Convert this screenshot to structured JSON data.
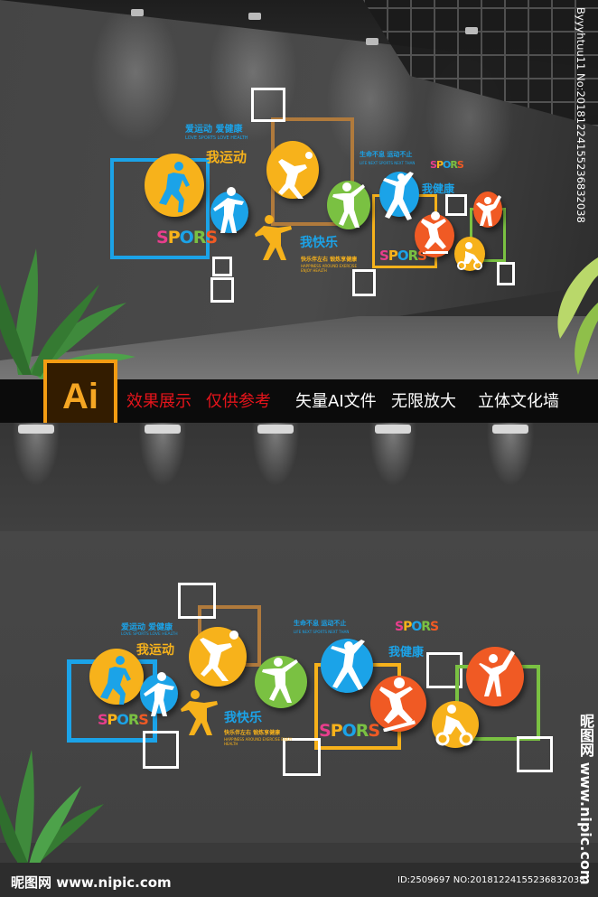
{
  "banner": {
    "ai_label": "Ai",
    "slogans": [
      "效果展示",
      "仅供参考",
      "矢量AI文件",
      "无限放大",
      "立体文化墙"
    ],
    "colors": {
      "red": "#e5141b",
      "white": "#ffffff",
      "orange": "#f39c12"
    }
  },
  "wall_text": {
    "love_sport": "爱运动 爱健康",
    "love_sport_en": "LOVE SPORTS LOVE HEALTH",
    "i_move": "我运动",
    "i_happy": "我快乐",
    "i_healthy": "我健康",
    "life_motto": "生命不息 运动不止",
    "life_motto_en": "LIFE NEXT SPORTS NEXT THAN",
    "happy_sub": "快乐伴左右 锻炼享健康",
    "happy_sub_en": "HAPPINESS AROUND EXERCISE ENJOY HEALTH",
    "sports_letters": [
      "S",
      "P",
      "O",
      "R",
      "S"
    ]
  },
  "colors": {
    "yellow": "#f7b21b",
    "blue": "#1ba3e8",
    "green": "#7ac142",
    "orange": "#f05a24",
    "brown": "#b07a3c",
    "frame_blue": "#1ba3e8",
    "frame_white": "#ffffff",
    "sports": [
      "#e83e8c",
      "#f7b21b",
      "#1ba3e8",
      "#7ac142",
      "#f05a24"
    ]
  },
  "watermark": {
    "top_vertical": "Byyyhtuu11 No:20181224155236832038",
    "bottom_vertical": "昵图网 www.nipic.com",
    "site": "昵图网 www.nipic.com",
    "id": "ID:2509697 NO:20181224155236832038"
  }
}
